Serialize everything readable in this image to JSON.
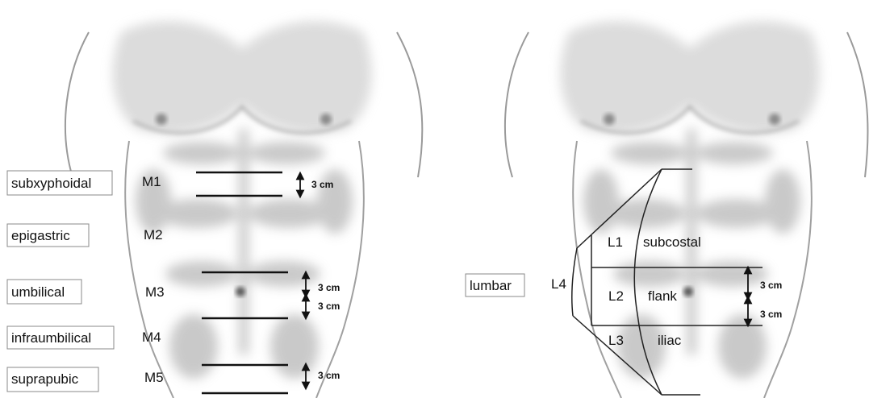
{
  "midline_panel": {
    "labels": [
      {
        "name": "subxyphoidal",
        "zone": "M1"
      },
      {
        "name": "epigastric",
        "zone": "M2"
      },
      {
        "name": "umbilical",
        "zone": "M3"
      },
      {
        "name": "infraumbilical",
        "zone": "M4"
      },
      {
        "name": "suprapubic",
        "zone": "M5"
      }
    ],
    "measurements": [
      "3 cm",
      "3 cm",
      "3 cm",
      "3 cm"
    ]
  },
  "lateral_panel": {
    "box_label": "lumbar",
    "zone_outer": "L4",
    "zones": [
      {
        "zone": "L1",
        "name": "subcostal"
      },
      {
        "zone": "L2",
        "name": "flank"
      },
      {
        "zone": "L3",
        "name": "iliac"
      }
    ],
    "measurements": [
      "3 cm",
      "3 cm"
    ]
  },
  "colors": {
    "body_shading": "#c8c8c8",
    "outline": "#9a9a9a",
    "lines": "#111111"
  }
}
